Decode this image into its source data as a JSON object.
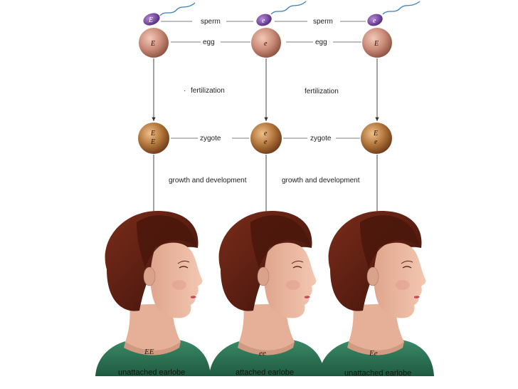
{
  "labels": {
    "sperm": "sperm",
    "egg": "egg",
    "zygote": "zygote",
    "fertilization": "fertilization",
    "growth": "growth and development"
  },
  "columns": [
    {
      "sperm_allele": "E",
      "egg_allele": "E",
      "zygote_top": "E",
      "zygote_bottom": "E",
      "genotype": "EE",
      "phenotype": "unattached earlobe"
    },
    {
      "sperm_allele": "e",
      "egg_allele": "e",
      "zygote_top": "e",
      "zygote_bottom": "e",
      "genotype": "ee",
      "phenotype": "attached earlobe"
    },
    {
      "sperm_allele": "e",
      "egg_allele": "E",
      "zygote_top": "E",
      "zygote_bottom": "e",
      "genotype": "Ee",
      "phenotype": "unattached earlobe"
    }
  ],
  "colors": {
    "sperm": "#6a3a9a",
    "egg": "#c98b78",
    "zygote": "#a86a35",
    "hair": "#5a1e12",
    "skin": "#eab8a0",
    "shirt": "#2f7a5a"
  }
}
